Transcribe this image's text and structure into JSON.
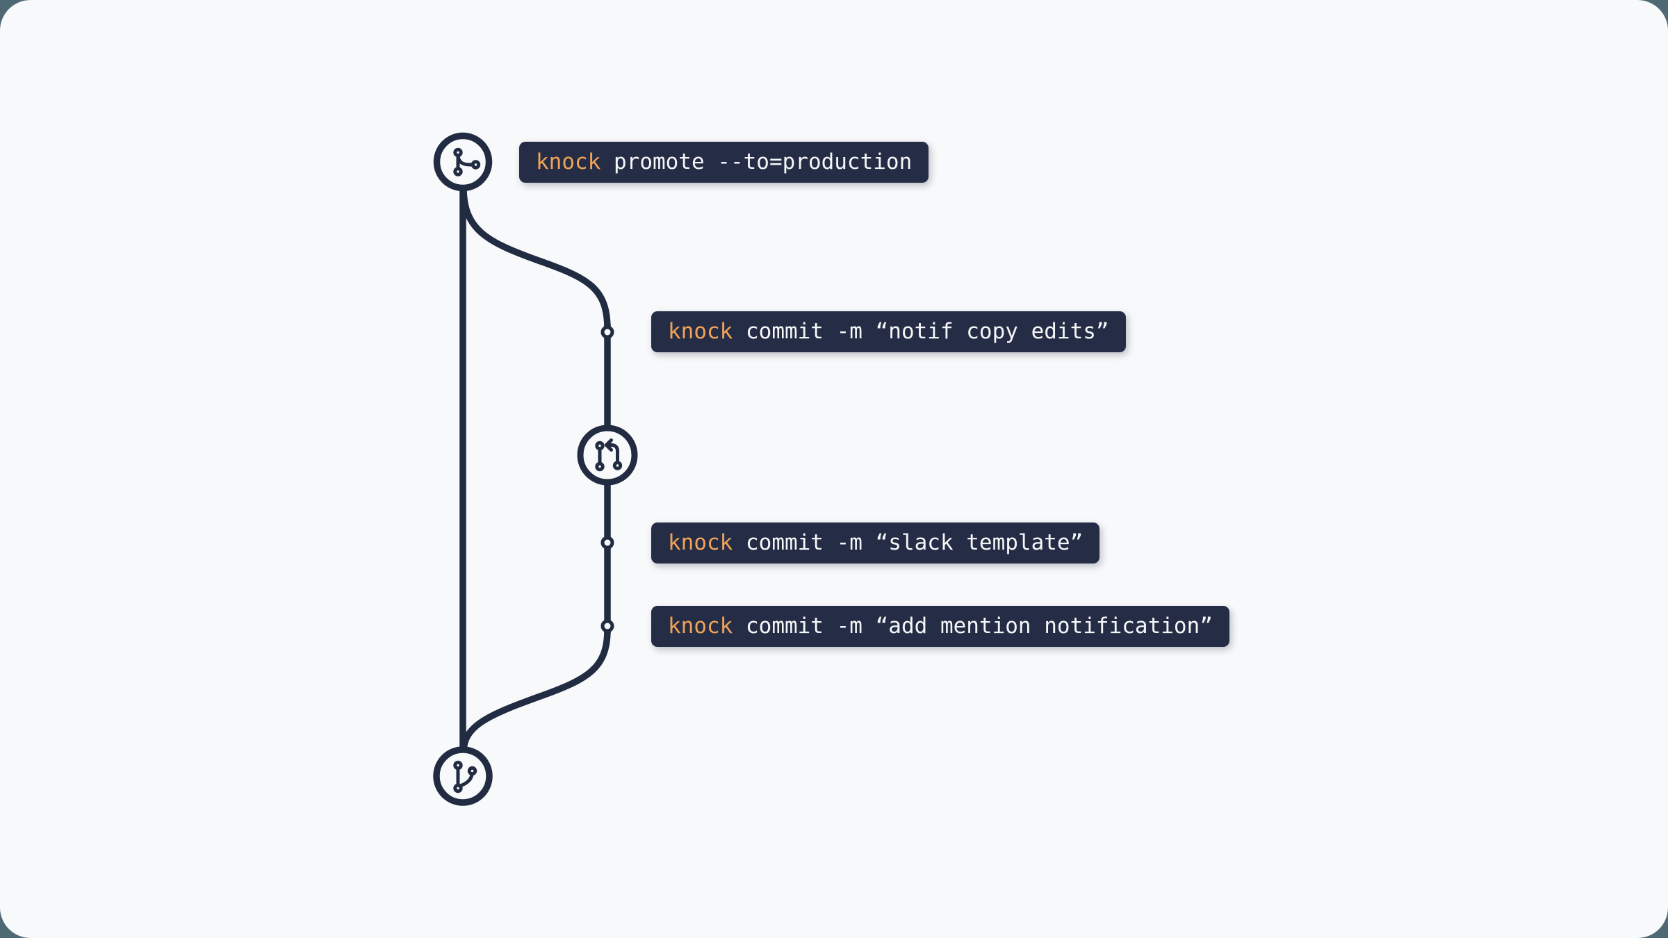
{
  "illustration": {
    "description": "git branch workflow diagram",
    "colors": {
      "outer_background": "#4e6974",
      "card_background": "#f8f9fa",
      "line_navy": "#212b42",
      "label_background": "#242d45",
      "command_orange": "#f2a357",
      "text_white": "#f5f6f7"
    },
    "nodes": {
      "top": {
        "icon": "git-branch-out-icon"
      },
      "middle": {
        "icon": "git-pull-request-arrow-icon"
      },
      "bottom": {
        "icon": "git-branch-merge-icon"
      },
      "commit_dot_count": 3
    }
  },
  "labels": [
    {
      "id": "promote",
      "command": "knock",
      "args": " promote --to=production"
    },
    {
      "id": "commit-1",
      "command": "knock",
      "args": " commit -m “notif copy edits”"
    },
    {
      "id": "commit-2",
      "command": "knock",
      "args": " commit -m “slack template”"
    },
    {
      "id": "commit-3",
      "command": "knock",
      "args": " commit -m “add mention notification”"
    }
  ]
}
